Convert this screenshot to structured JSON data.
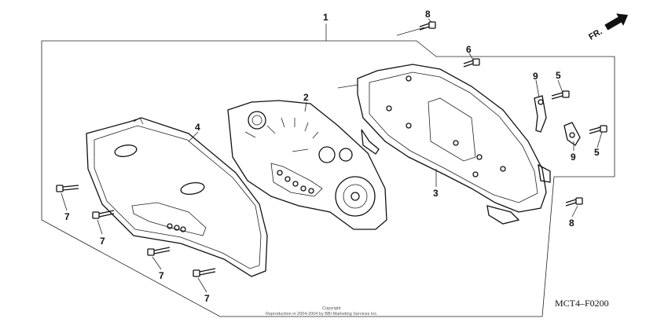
{
  "diagram_code": "MCT4–F0200",
  "direction_label": "FR.",
  "copyright_line1": "Copyright",
  "copyright_line2": "Reproduction in 2004-2004 by BBI Marketing Services Inc.",
  "callouts": {
    "c1": "1",
    "c2": "2",
    "c3": "3",
    "c4": "4",
    "c5a": "5",
    "c5b": "5",
    "c6": "6",
    "c7a": "7",
    "c7b": "7",
    "c7c": "7",
    "c7d": "7",
    "c8a": "8",
    "c8b": "8",
    "c9a": "9",
    "c9b": "9"
  }
}
